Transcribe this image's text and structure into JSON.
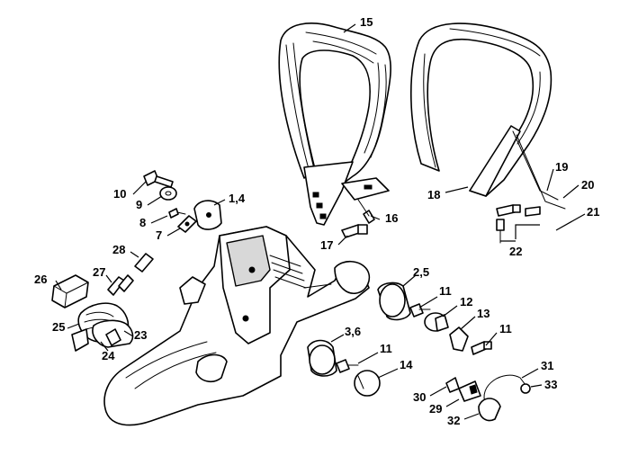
{
  "callouts": [
    {
      "id": "c15",
      "text": "15"
    },
    {
      "id": "c10",
      "text": "10"
    },
    {
      "id": "c9",
      "text": "9"
    },
    {
      "id": "c14a",
      "text": "1,4"
    },
    {
      "id": "c8",
      "text": "8"
    },
    {
      "id": "c7",
      "text": "7"
    },
    {
      "id": "c16",
      "text": "16"
    },
    {
      "id": "c17",
      "text": "17"
    },
    {
      "id": "c18",
      "text": "18"
    },
    {
      "id": "c19",
      "text": "19"
    },
    {
      "id": "c20",
      "text": "20"
    },
    {
      "id": "c21",
      "text": "21"
    },
    {
      "id": "c22",
      "text": "22"
    },
    {
      "id": "c28",
      "text": "28"
    },
    {
      "id": "c26",
      "text": "26"
    },
    {
      "id": "c27",
      "text": "27"
    },
    {
      "id": "c25",
      "text": "25"
    },
    {
      "id": "c24",
      "text": "24"
    },
    {
      "id": "c23",
      "text": "23"
    },
    {
      "id": "c25b",
      "text": "2,5"
    },
    {
      "id": "c11a",
      "text": "11"
    },
    {
      "id": "c12",
      "text": "12"
    },
    {
      "id": "c13",
      "text": "13"
    },
    {
      "id": "c11b",
      "text": "11"
    },
    {
      "id": "c36",
      "text": "3,6"
    },
    {
      "id": "c11c",
      "text": "11"
    },
    {
      "id": "c14",
      "text": "14"
    },
    {
      "id": "c31",
      "text": "31"
    },
    {
      "id": "c33",
      "text": "33"
    },
    {
      "id": "c30",
      "text": "30"
    },
    {
      "id": "c29",
      "text": "29"
    },
    {
      "id": "c32",
      "text": "32"
    }
  ]
}
